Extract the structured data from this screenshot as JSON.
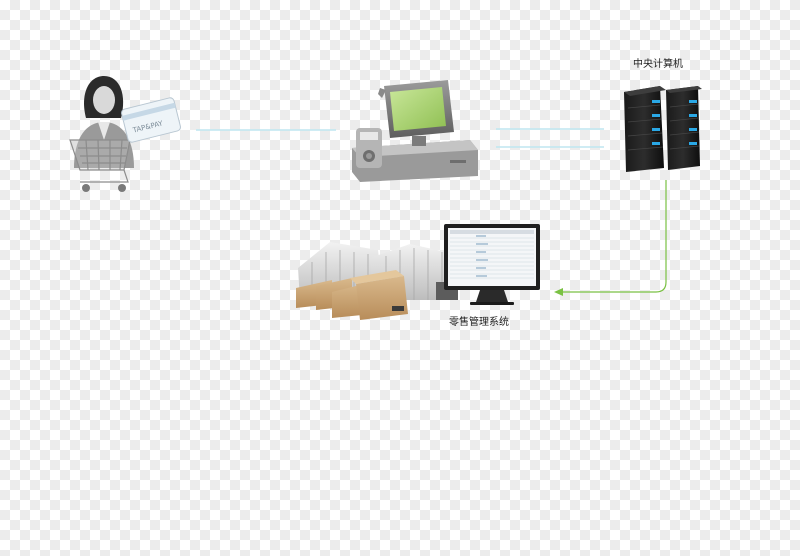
{
  "labels": {
    "central_server": "中央计算机",
    "retail_management_system": "零售管理系统"
  },
  "card_text": "TAP&PAY",
  "colors": {
    "connector": "#bfe6f0",
    "return_arrow": "#7ac143",
    "server_led": "#2aa8e6",
    "monitor_green": "#a6cf6a"
  }
}
